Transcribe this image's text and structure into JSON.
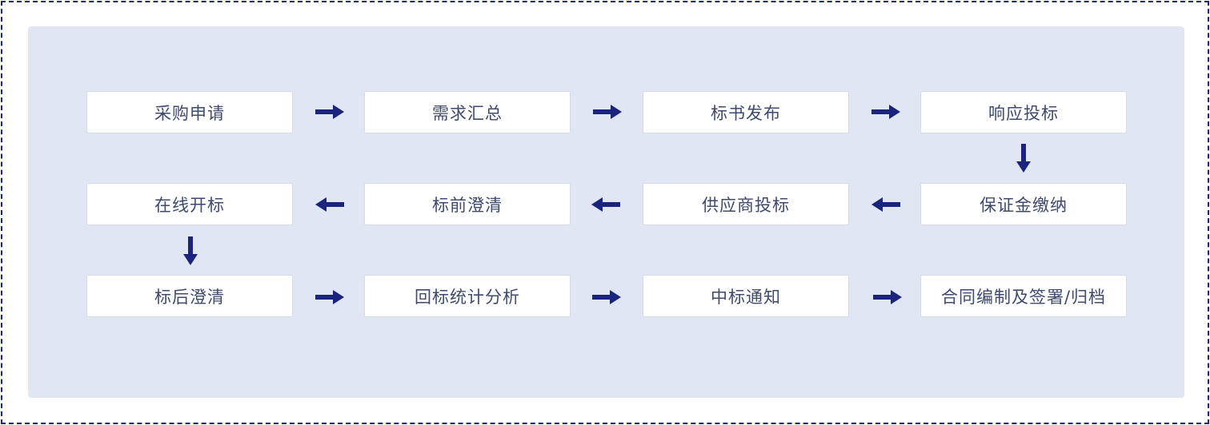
{
  "flow": {
    "row1": [
      "采购申请",
      "需求汇总",
      "标书发布",
      "响应投标"
    ],
    "row2": [
      "在线开标",
      "标前澄清",
      "供应商投标",
      "保证金缴纳"
    ],
    "row3": [
      "标后澄清",
      "回标统计分析",
      "中标通知",
      "合同编制及签署/归档"
    ]
  },
  "colors": {
    "arrow": "#1a237e",
    "panel": "#e1e6f5",
    "frame": "#1a237e",
    "text": "#3e4a6e"
  }
}
